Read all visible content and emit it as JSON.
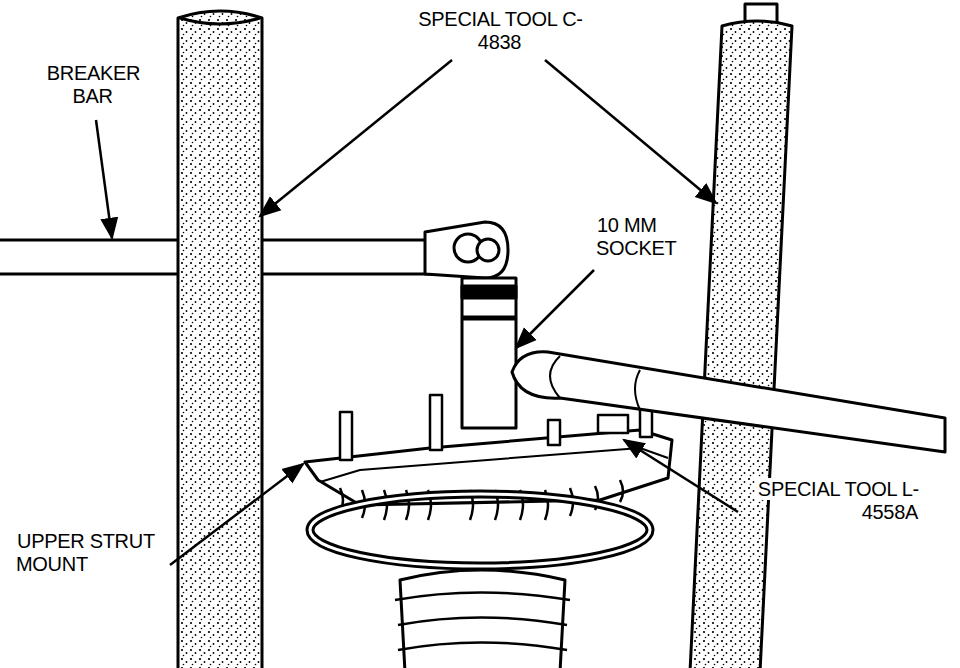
{
  "diagram": {
    "labels": [
      "BREAKER BAR",
      "SPECIAL TOOL C-4838",
      "10 MM SOCKET",
      "SPECIAL TOOL L-4558A",
      "UPPER STRUT MOUNT"
    ]
  }
}
